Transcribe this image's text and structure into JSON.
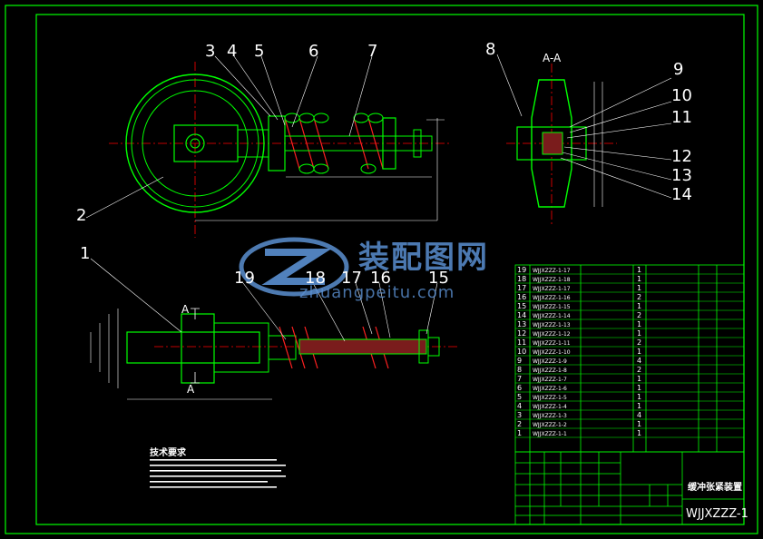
{
  "balloons": {
    "b1": "1",
    "b2": "2",
    "b3": "3",
    "b4": "4",
    "b5": "5",
    "b6": "6",
    "b7": "7",
    "b8": "8",
    "b9": "9",
    "b10": "10",
    "b11": "11",
    "b12": "12",
    "b13": "13",
    "b14": "14",
    "b15": "15",
    "b16": "16",
    "b17": "17",
    "b18": "18",
    "b19": "19"
  },
  "section_label": "A-A",
  "section_marks": [
    "A",
    "A"
  ],
  "watermark": {
    "cn": "装配图网",
    "en": "zhuangpeitu.com"
  },
  "tech_req_title": "技术要求",
  "bom": {
    "rows": [
      {
        "no": "19",
        "code": "WJJXZZZ-1-17"
      },
      {
        "no": "18",
        "code": "WJJXZZZ-1-18"
      },
      {
        "no": "17",
        "code": "WJJXZZZ-1-17"
      },
      {
        "no": "16",
        "code": "WJJXZZZ-1-16"
      },
      {
        "no": "15",
        "code": "WJJXZZZ-1-15"
      },
      {
        "no": "14",
        "code": "WJJXZZZ-1-14"
      },
      {
        "no": "13",
        "code": "WJJXZZZ-1-13"
      },
      {
        "no": "12",
        "code": "WJJXZZZ-1-12"
      },
      {
        "no": "11",
        "code": "WJJXZZZ-1-11"
      },
      {
        "no": "10",
        "code": "WJJXZZZ-1-10"
      },
      {
        "no": "9",
        "code": "WJJXZZZ-1-9"
      },
      {
        "no": "8",
        "code": "WJJXZZZ-1-8"
      },
      {
        "no": "7",
        "code": "WJJXZZZ-1-7"
      },
      {
        "no": "6",
        "code": "WJJXZZZ-1-6"
      },
      {
        "no": "5",
        "code": "WJJXZZZ-1-5"
      },
      {
        "no": "4",
        "code": "WJJXZZZ-1-4"
      },
      {
        "no": "3",
        "code": "WJJXZZZ-1-3"
      },
      {
        "no": "2",
        "code": "WJJXZZZ-1-2"
      },
      {
        "no": "1",
        "code": "WJJXZZZ-1-1"
      }
    ],
    "qty": [
      "1",
      "1",
      "1",
      "2",
      "1",
      "2",
      "1",
      "1",
      "2",
      "1",
      "4",
      "2",
      "1",
      "1",
      "1",
      "1",
      "4",
      "1",
      "1"
    ]
  },
  "title_block": {
    "drawing_name": "缓冲张紧装置",
    "drawing_no": "WJJXZZZ-1"
  },
  "colors": {
    "border": "#00ff00",
    "part": "#00ff00",
    "center": "#ff0000",
    "dim": "#ffffff",
    "spring": "#ff2020",
    "watermark": "#5a8fd0"
  }
}
